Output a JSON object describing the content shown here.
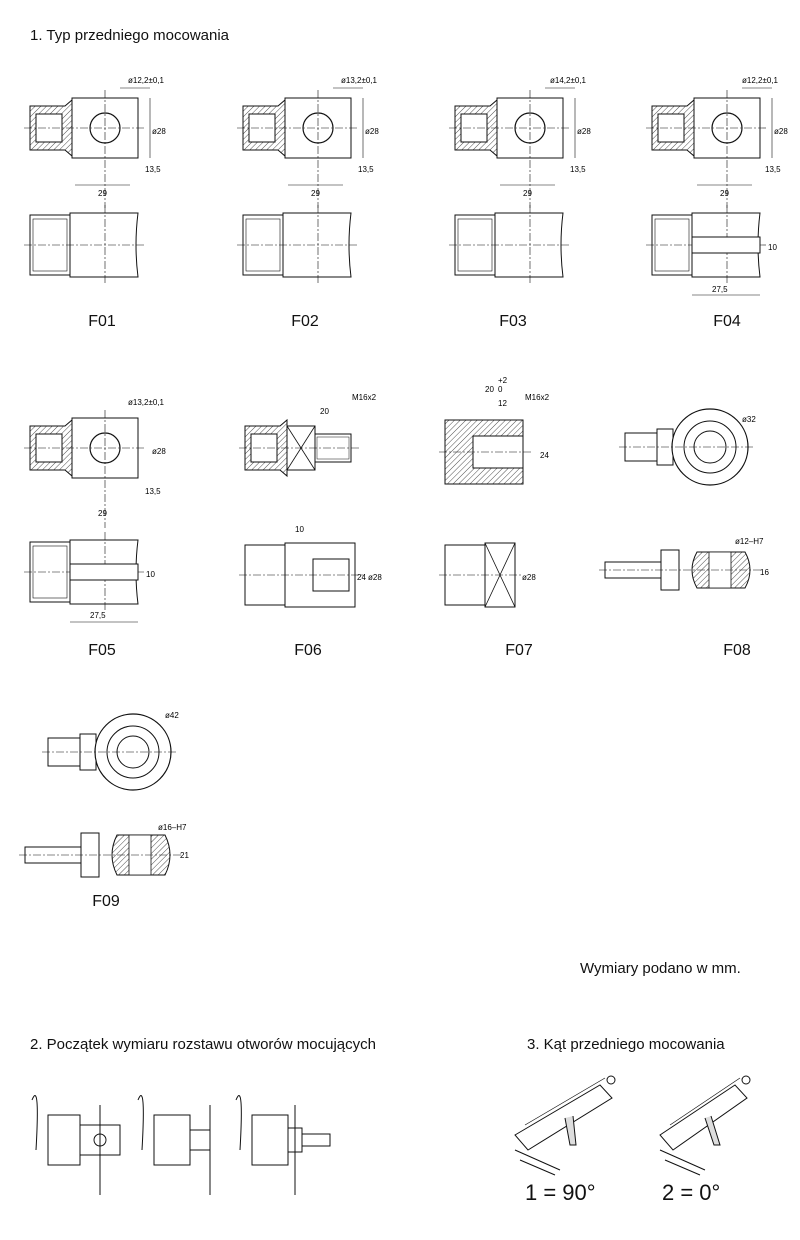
{
  "section1": {
    "title": "1. Typ przedniego mocowania",
    "mounts": [
      {
        "code": "F01",
        "dims": {
          "hole": "ø12,2±0,1",
          "dia": "ø28",
          "len": "29",
          "off": "13,5"
        }
      },
      {
        "code": "F02",
        "dims": {
          "hole": "ø13,2±0,1",
          "dia": "ø28",
          "len": "29",
          "off": "13,5"
        }
      },
      {
        "code": "F03",
        "dims": {
          "hole": "ø14,2±0,1",
          "dia": "ø28",
          "len": "29",
          "off": "13,5"
        }
      },
      {
        "code": "F04",
        "dims": {
          "hole": "ø12,2±0,1",
          "dia": "ø28",
          "len": "29",
          "off": "13,5",
          "slot": "10",
          "slot_len": "27,5"
        }
      },
      {
        "code": "F05",
        "dims": {
          "hole": "ø13,2±0,1",
          "dia": "ø28",
          "len": "29",
          "off": "13,5",
          "slot": "10",
          "slot_len": "27,5"
        }
      },
      {
        "code": "F06",
        "dims": {
          "thread": "M16x2",
          "thread_len": "20",
          "head": "10",
          "w": "24",
          "dia": "ø28"
        }
      },
      {
        "code": "F07",
        "dims": {
          "thread": "M16x2",
          "depth": "20",
          "tol_top": "+2",
          "tol_bot": "0",
          "inner": "12",
          "w": "24",
          "dia": "ø28"
        }
      },
      {
        "code": "F08",
        "dims": {
          "eye": "ø32",
          "bore": "ø12–H7",
          "w": "16"
        }
      },
      {
        "code": "F09",
        "dims": {
          "eye": "ø42",
          "bore": "ø16–H7",
          "w": "21"
        }
      }
    ]
  },
  "units_note": "Wymiary podano w mm.",
  "section2": {
    "title": "2. Początek wymiaru rozstawu otworów mocujących"
  },
  "section3": {
    "title": "3. Kąt przedniego mocowania",
    "options": [
      {
        "label": "1 = 90°"
      },
      {
        "label": "2 = 0°"
      }
    ]
  }
}
